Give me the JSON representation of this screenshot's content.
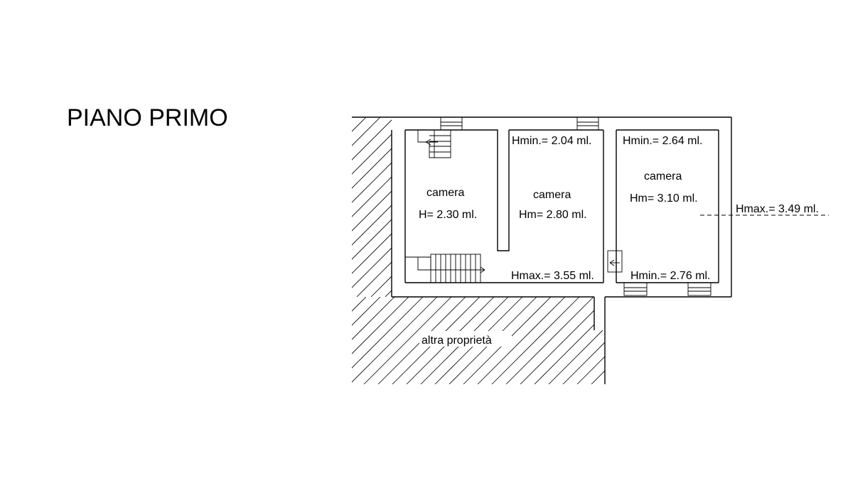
{
  "title": "PIANO PRIMO",
  "rooms": [
    {
      "name": "camera",
      "height": "H= 2.30 ml."
    },
    {
      "name": "camera",
      "height": "Hm= 2.80 ml.",
      "hmin": "Hmin.= 2.04 ml.",
      "hmax": "Hmax.= 3.55 ml."
    },
    {
      "name": "camera",
      "height": "Hm= 3.10 ml.",
      "hmin_top": "Hmin.= 2.64 ml.",
      "hmin_bottom": "Hmin.= 2.76 ml."
    }
  ],
  "external_hmax": "Hmax.= 3.49 ml.",
  "neighbour": "altra proprietà"
}
